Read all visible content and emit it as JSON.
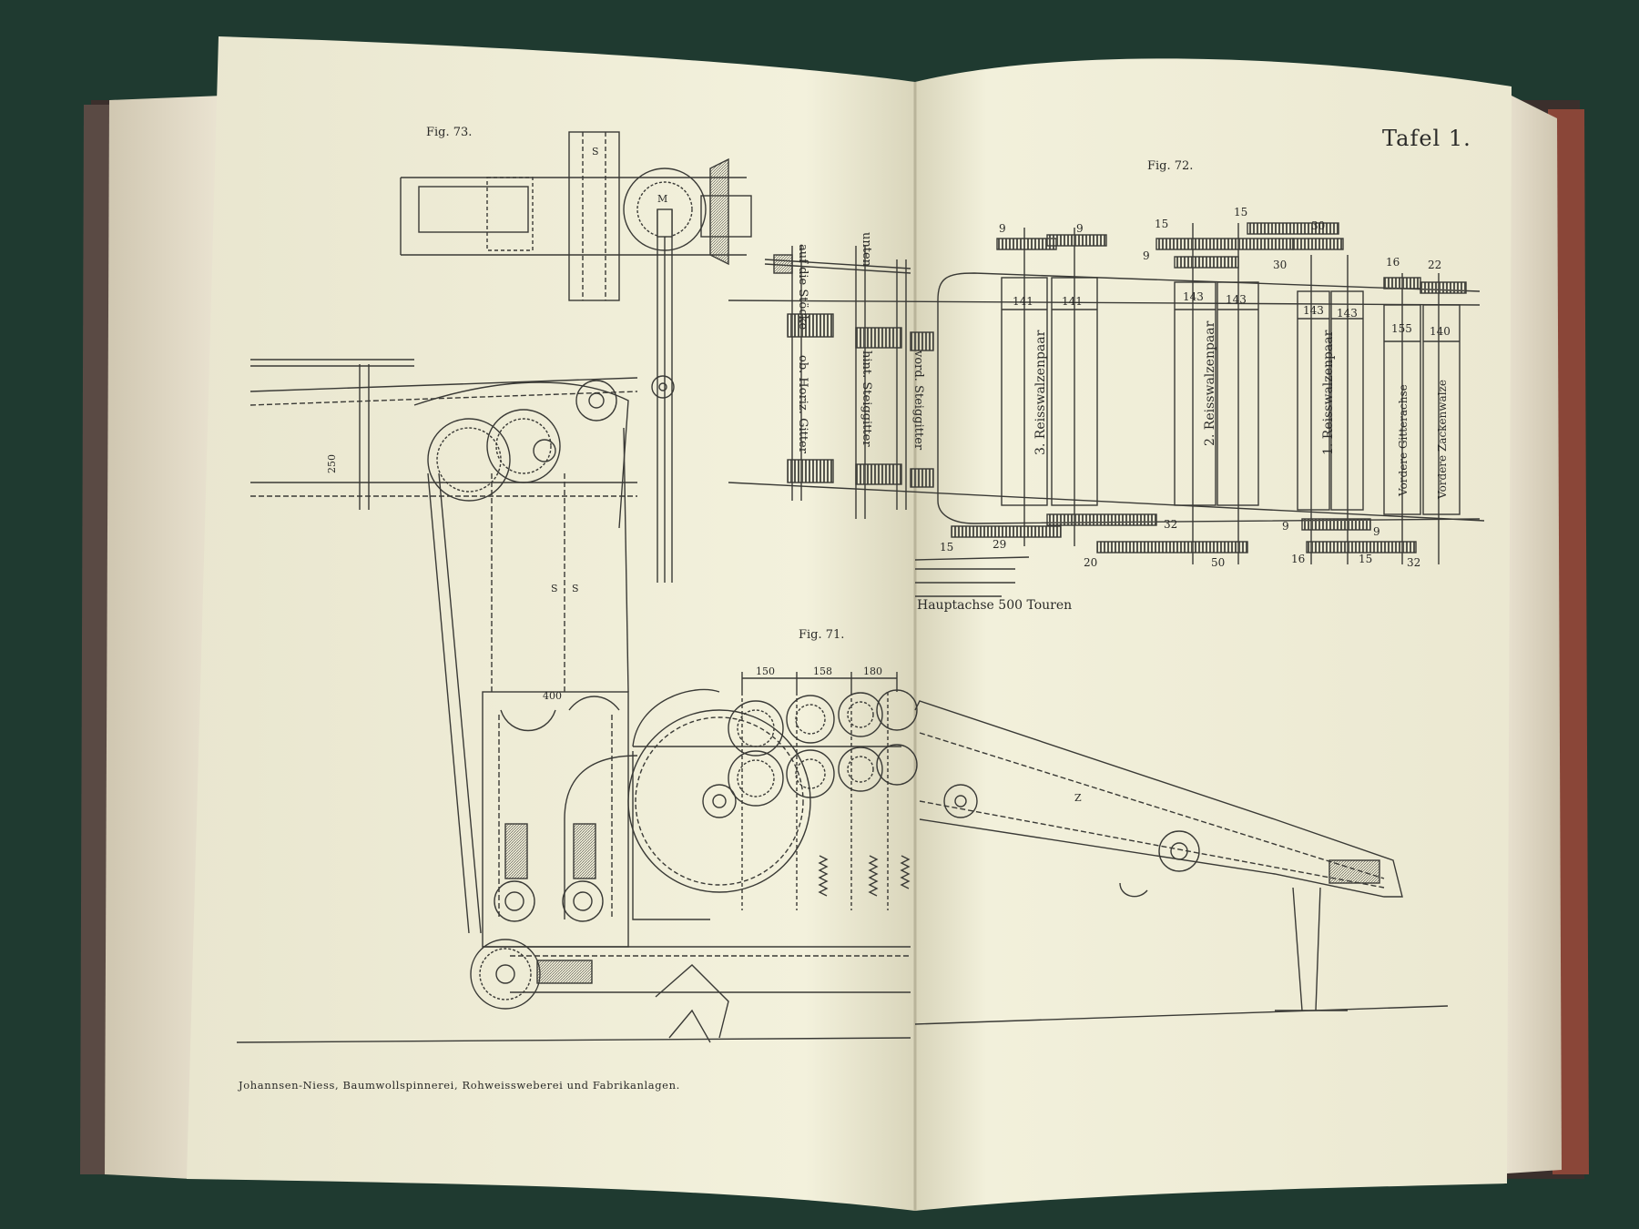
{
  "scene": {
    "description_colors": {
      "background": "#1f3a30",
      "page": "#f1efd9",
      "ink": "#3a3a36",
      "cover_edge": "#8a4638"
    }
  },
  "left_page": {
    "fig_73": "Fig. 73.",
    "fig_71": "Fig. 71.",
    "footer": "Johannsen-Niess, Baumwollspinnerei, Rohweissweberei und Fabrikanlagen.",
    "dims": [
      "150",
      "158",
      "180",
      "400",
      "250"
    ],
    "letters": [
      "S",
      "M",
      "S",
      "S",
      "Z"
    ]
  },
  "right_page": {
    "plate": "Tafel 1.",
    "fig_72": "Fig. 72.",
    "hauptachse": "Hauptachse 500 Touren",
    "roll_sizes": [
      "141",
      "141",
      "143",
      "143",
      "143",
      "143",
      "155",
      "140"
    ],
    "roll_labels": [
      "3. Reisswalzenpaar",
      "2. Reisswalzenpaar",
      "1. Reisswalzenpaar",
      "Vordere Gitterachse",
      "Vordere Zackenwalze"
    ],
    "side_labels": [
      "auf die Stöcke",
      "unten",
      "ob. Horiz. Gitter",
      "hint. Steiggitter",
      "vord. Steiggitter"
    ],
    "gear_numbers_top": [
      "9",
      "9",
      "15",
      "15",
      "30",
      "9",
      "30",
      "16",
      "22"
    ],
    "gear_numbers_bottom": [
      "15",
      "29",
      "32",
      "20",
      "50",
      "9",
      "9",
      "16",
      "15",
      "32"
    ]
  }
}
